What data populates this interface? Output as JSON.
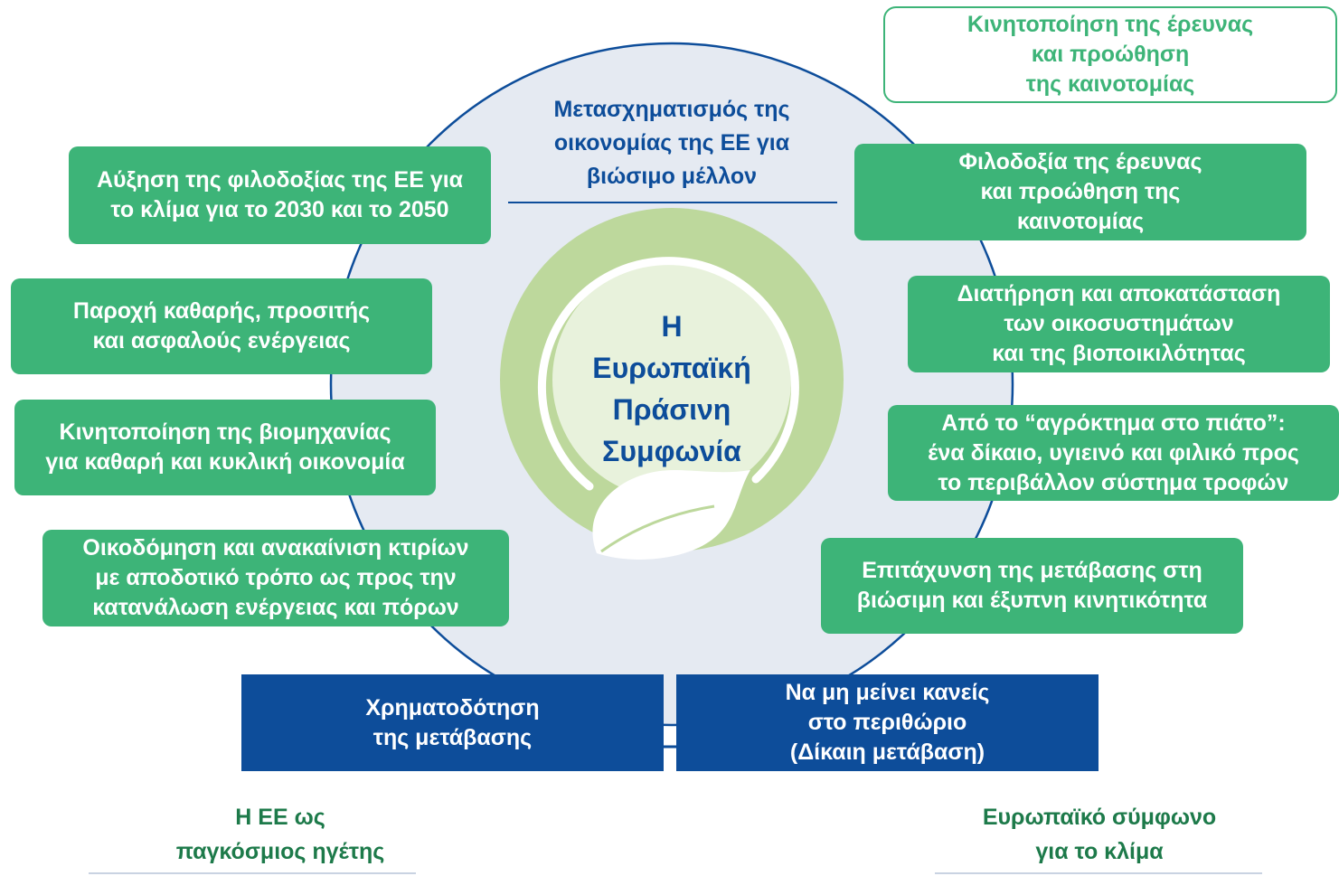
{
  "colors": {
    "green": "#3db478",
    "dark_blue": "#0d4d9a",
    "circle_fill": "#e5eaf2",
    "inner_circle": "#bdd89c",
    "leaf": "#ffffff"
  },
  "top_right_box": "Κινητοποίηση της έρευνας\nκαι προώθηση\nτης καινοτομίας",
  "top_heading": "Μετασχηματισμός της\nοικονομίας της ΕΕ για\nβιώσιμο μέλλον",
  "center_title": "Η\nΕυρωπαϊκή\nΠράσινη\nΣυμφωνία",
  "left_boxes": [
    "Αύξηση της φιλοδοξίας της ΕΕ για\nτο κλίμα για το 2030 και το 2050",
    "Παροχή καθαρής, προσιτής\nκαι ασφαλούς ενέργειας",
    "Κινητοποίηση της βιομηχανίας\nγια καθαρή και κυκλική οικονομία",
    "Οικοδόμηση και ανακαίνιση κτιρίων\nμε αποδοτικό τρόπο ως προς την\nκατανάλωση ενέργειας και πόρων"
  ],
  "right_boxes": [
    "Φιλοδοξία της έρευνας\nκαι προώθηση της\nκαινοτομίας",
    "Διατήρηση και αποκατάσταση\nτων οικοσυστημάτων\nκαι της βιοποικιλότητας",
    "Από το “αγρόκτημα στο πιάτο”:\nένα δίκαιο, υγιεινό και φιλικό προς\nτο περιβάλλον σύστημα τροφών",
    "Επιτάχυνση της μετάβασης στη\nβιώσιμη και έξυπνη κινητικότητα"
  ],
  "bottom_boxes": [
    "Χρηματοδότηση\nτης μετάβασης",
    "Να μη μείνει κανείς\nστο περιθώριο\n(Δίκαιη μετάβαση)"
  ],
  "bottom_left_text": "Η ΕΕ ως\nπαγκόσμιος ηγέτης",
  "bottom_right_text": "Ευρωπαϊκό σύμφωνο\nγια το κλίμα"
}
